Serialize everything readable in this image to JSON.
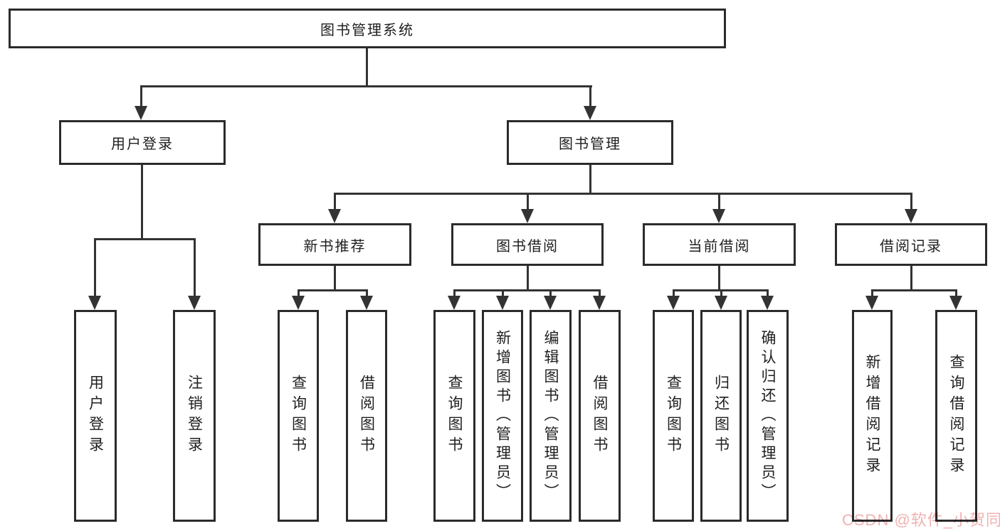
{
  "tree": {
    "label": "图书管理系统",
    "children": [
      {
        "label": "用户登录",
        "children": [
          {
            "label": "用户登录"
          },
          {
            "label": "注销登录"
          }
        ]
      },
      {
        "label": "图书管理",
        "children": [
          {
            "label": "新书推荐",
            "children": [
              {
                "label": "查询图书"
              },
              {
                "label": "借阅图书"
              }
            ]
          },
          {
            "label": "图书借阅",
            "children": [
              {
                "label": "查询图书"
              },
              {
                "label": "新增图书（管理员）"
              },
              {
                "label": "编辑图书（管理员）"
              },
              {
                "label": "借阅图书"
              }
            ]
          },
          {
            "label": "当前借阅",
            "children": [
              {
                "label": "查询图书"
              },
              {
                "label": "归还图书"
              },
              {
                "label": "确认归还（管理员）"
              }
            ]
          },
          {
            "label": "借阅记录",
            "children": [
              {
                "label": "新增借阅记录"
              },
              {
                "label": "查询借阅记录"
              }
            ]
          }
        ]
      }
    ]
  },
  "watermark": {
    "text": "CSDN @软件_小贺同学",
    "color": "#f0b2b2"
  },
  "colors": {
    "line": "#333333",
    "border": "#2b2b2b",
    "text": "#1f1f1f",
    "background": "#ffffff"
  }
}
